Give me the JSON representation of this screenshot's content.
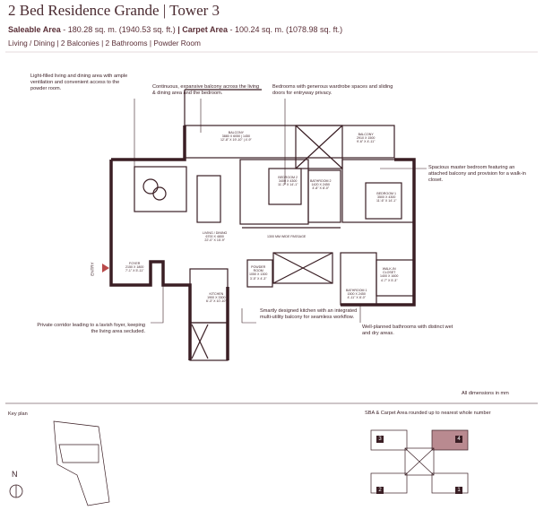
{
  "header": {
    "title": "2 Bed Residence Grande | Tower 3",
    "saleable_label": "Saleable Area",
    "saleable_value": " - 180.28 sq. m. (1940.53 sq. ft.)",
    "carpet_label": " | Carpet Area",
    "carpet_value": " - 100.24 sq. m. (1078.98 sq. ft.)",
    "features": "Living / Dining | 2 Balconies | 2 Bathrooms | Powder Room"
  },
  "annotations": {
    "living": "Light-filled living and dining area with ample ventilation and convenient access to the powder room.",
    "balcony": "Continuous, expansive balcony across the living & dining area and the bedroom.",
    "bedrooms": "Bedrooms with generous wardrobe spaces and sliding doors for entryway privacy.",
    "master": "Spacious master bedroom featuring an attached balcony and provision for a walk-in closet.",
    "corridor": "Private corridor leading to a lavish foyer, keeping the living area secluded.",
    "kitchen": "Smartly designed kitchen with an integrated multi-utility balcony for seamless workflow.",
    "bathrooms": "Well-planned bathrooms with distinct wet and dry areas."
  },
  "rooms": {
    "balcony_main": "BALCONY\n3880 X 6050 | 1450\n12'-8\" X 19'-10\" | 4'-9\"",
    "balcony_right": "BALCONY\n2910 X 1500\n9'-6\" X 4'-11\"",
    "bedroom2": "BEDROOM 2\n3400 X 4300\n11'-2\" X 14'-1\"",
    "bathroom2": "BATHROOM 2\n1420 X 2450\n4'-8\" X 8'-0\"",
    "bedroom1": "BEDROOM 1\n3500 X 4300\n11'-6\" X 14'-1\"",
    "living": "LIVING / DINING\n6700 X 4800\n22'-0\" X 15'-9\"",
    "foyer": "FOYER\n2150 X 1800\n7'-1\" X 5'-11\"",
    "powder": "POWDER\nROOM\n1050 X 1300\n3'-5\" X 4'-3\"",
    "kitchen": "KITCHEN\n1900 X 3300\n6'-3\" X 10'-10\"",
    "bathroom1": "BATHROOM 1\n1500 X 2450\n4'-11\" X 8'-0\"",
    "walkin": "WALK-IN\nCLOSET\n1400 X 1600\n4'-7\" X 5'-3\"",
    "service": "1300 MM WIDE PASSAGE"
  },
  "entry_label": "ENTRY",
  "notes": {
    "dimensions": "All dimensions in mm",
    "rounding": "SBA & Carpet Area rounded up to nearest whole number",
    "key_plan": "Key plan",
    "north": "N"
  },
  "tower_badges": [
    "3",
    "4",
    "2",
    "1"
  ],
  "colors": {
    "wall": "#3a1e24",
    "accent": "#7a3e4a",
    "highlight": "#b98a90"
  }
}
